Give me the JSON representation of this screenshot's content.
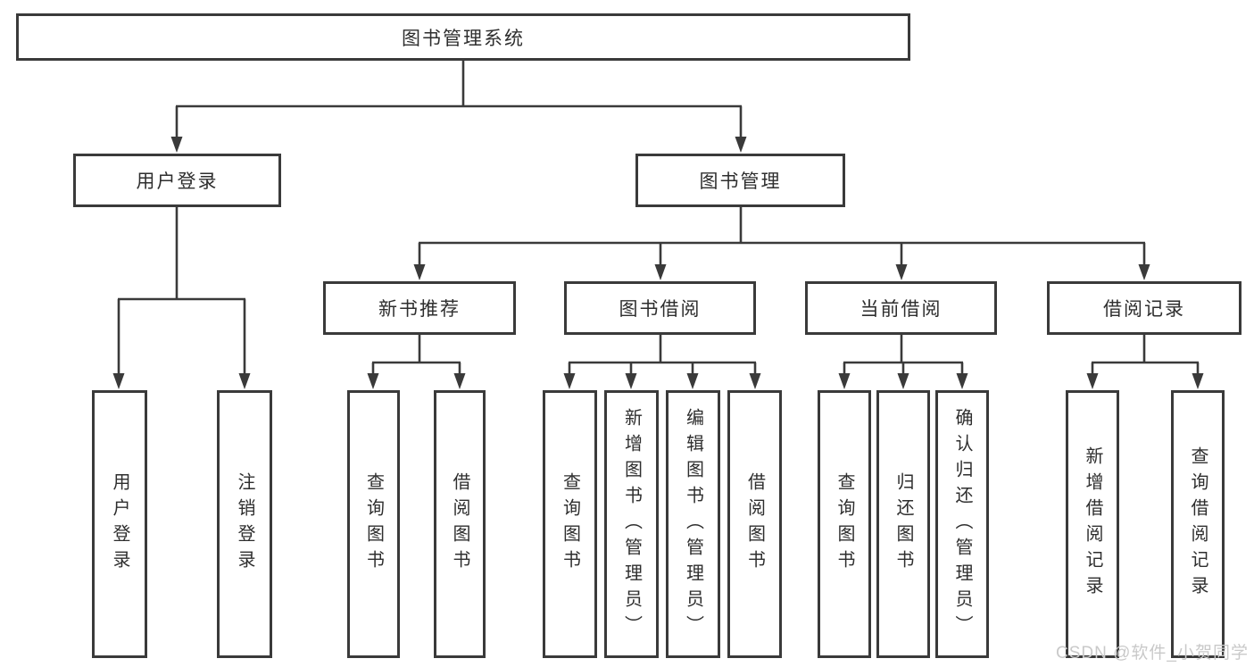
{
  "colors": {
    "line": "#3a3a3a",
    "text": "#2e2e2e",
    "watermark": "#c9c9c9",
    "background": "#ffffff"
  },
  "diagram": {
    "root": "图书管理系统",
    "level2": {
      "user_login": "用户登录",
      "book_management": "图书管理"
    },
    "level3": {
      "new_book_recommend": "新书推荐",
      "book_borrow": "图书借阅",
      "current_borrow": "当前借阅",
      "borrow_records": "借阅记录"
    },
    "leaves": {
      "user_login": [
        "用户登录",
        "注销登录"
      ],
      "new_book_recommend": [
        "查询图书",
        "借阅图书"
      ],
      "book_borrow": [
        "查询图书",
        "新增图书（管理员）",
        "编辑图书（管理员）",
        "借阅图书"
      ],
      "current_borrow": [
        "查询图书",
        "归还图书",
        "确认归还（管理员）"
      ],
      "borrow_records": [
        "新增借阅记录",
        "查询借阅记录"
      ]
    }
  },
  "watermark": "CSDN @软件_小贺同学"
}
